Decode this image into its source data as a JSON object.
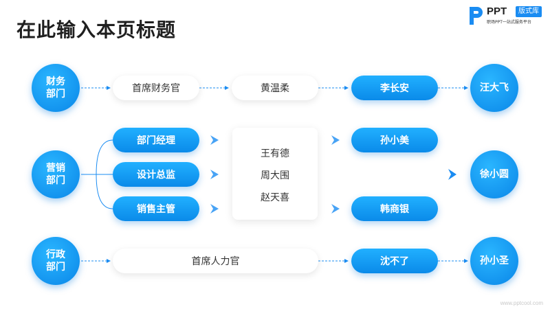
{
  "title": "在此输入本页标题",
  "logo": {
    "name": "PPT",
    "badge": "版式库",
    "subtitle": "职场PPT一站式服务平台"
  },
  "departments": {
    "finance": {
      "label": "财务部门",
      "steps": [
        "首席财务官",
        "黄温柔",
        "李长安"
      ],
      "final": "汪大飞"
    },
    "marketing": {
      "label": "营销部门",
      "roles": [
        "部门经理",
        "设计总监",
        "销售主管"
      ],
      "members": [
        "王有德",
        "周大围",
        "赵天喜"
      ],
      "leads": [
        "孙小美",
        "韩商银"
      ],
      "final": "徐小圆"
    },
    "admin": {
      "label": "行政部门",
      "steps": [
        "首席人力官",
        "沈不了"
      ],
      "final": "孙小圣"
    }
  },
  "footer": "www.pptcool.com",
  "colors": {
    "accent": "#0a8ae9",
    "accent_light": "#21b0ff"
  }
}
